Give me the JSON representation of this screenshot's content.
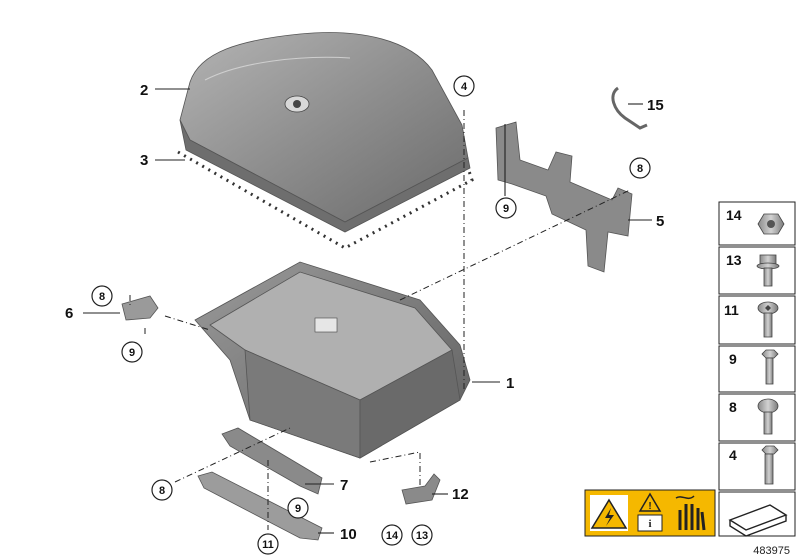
{
  "callouts": {
    "c1": "1",
    "c2": "2",
    "c3": "3",
    "c4": "4",
    "c5": "5",
    "c6": "6",
    "c7": "7",
    "c8a": "8",
    "c8b": "8",
    "c8c": "8",
    "c9a": "9",
    "c9b": "9",
    "c9c": "9",
    "c10": "10",
    "c11": "11",
    "c12": "12",
    "c13": "13",
    "c14": "14",
    "c15": "15"
  },
  "legend": [
    "14",
    "13",
    "11",
    "9",
    "8",
    "4"
  ],
  "reference_number": "483975",
  "colors": {
    "part_fill": "#8c8c8c",
    "warning_yellow": "#f5b800",
    "stroke": "#222222"
  }
}
